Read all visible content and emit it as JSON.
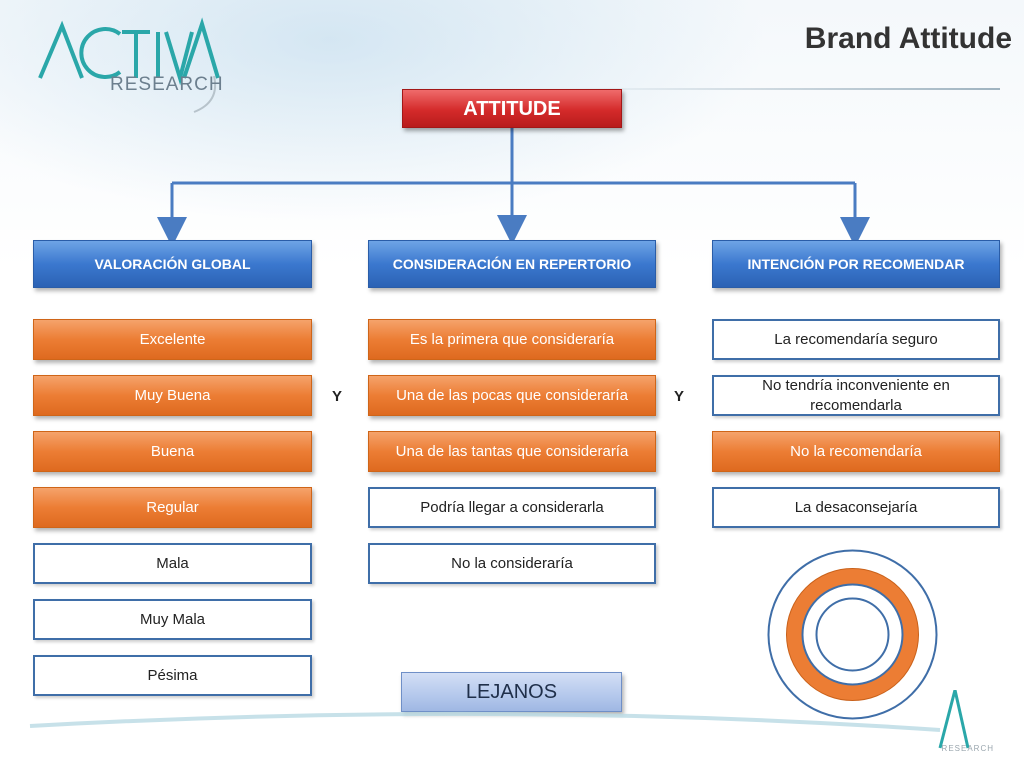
{
  "header": {
    "logo": {
      "wordmark": "ACTIVA",
      "subtitle": "RESEARCH"
    },
    "title": "Brand Attitude"
  },
  "diagram": {
    "root": "ATTITUDE",
    "categories": [
      {
        "label": "VALORACIÓN GLOBAL",
        "items": [
          {
            "label": "Excelente",
            "style": "orange"
          },
          {
            "label": "Muy Buena",
            "style": "orange"
          },
          {
            "label": "Buena",
            "style": "orange"
          },
          {
            "label": "Regular",
            "style": "orange"
          },
          {
            "label": "Mala",
            "style": "white"
          },
          {
            "label": "Muy Mala",
            "style": "white"
          },
          {
            "label": "Pésima",
            "style": "white"
          }
        ]
      },
      {
        "label": "CONSIDERACIÓN EN REPERTORIO",
        "items": [
          {
            "label": "Es la primera que consideraría",
            "style": "orange"
          },
          {
            "label": "Una de las pocas que consideraría",
            "style": "orange"
          },
          {
            "label": "Una de las tantas que consideraría",
            "style": "orange"
          },
          {
            "label": "Podría llegar a considerarla",
            "style": "white"
          },
          {
            "label": "No la consideraría",
            "style": "white"
          }
        ]
      },
      {
        "label": "INTENCIÓN POR RECOMENDAR",
        "items": [
          {
            "label": "La recomendaría seguro",
            "style": "white"
          },
          {
            "label": "No tendría inconveniente en recomendarla",
            "style": "white"
          },
          {
            "label": "No la recomendaría",
            "style": "orange"
          },
          {
            "label": "La desaconsejaría",
            "style": "white"
          }
        ]
      }
    ],
    "connectors": [
      "Y",
      "Y"
    ],
    "group_label": "LEJANOS"
  },
  "colors": {
    "root": "#d42a2a",
    "category": "#3b78cf",
    "orange": "#ec7d34",
    "outline": "#3f6ea8",
    "connector_line": "#4a7cc2",
    "target_ring": "#ec7d34"
  },
  "icons": [
    "logo-mark",
    "target-rings-icon",
    "swoosh-decoration"
  ]
}
